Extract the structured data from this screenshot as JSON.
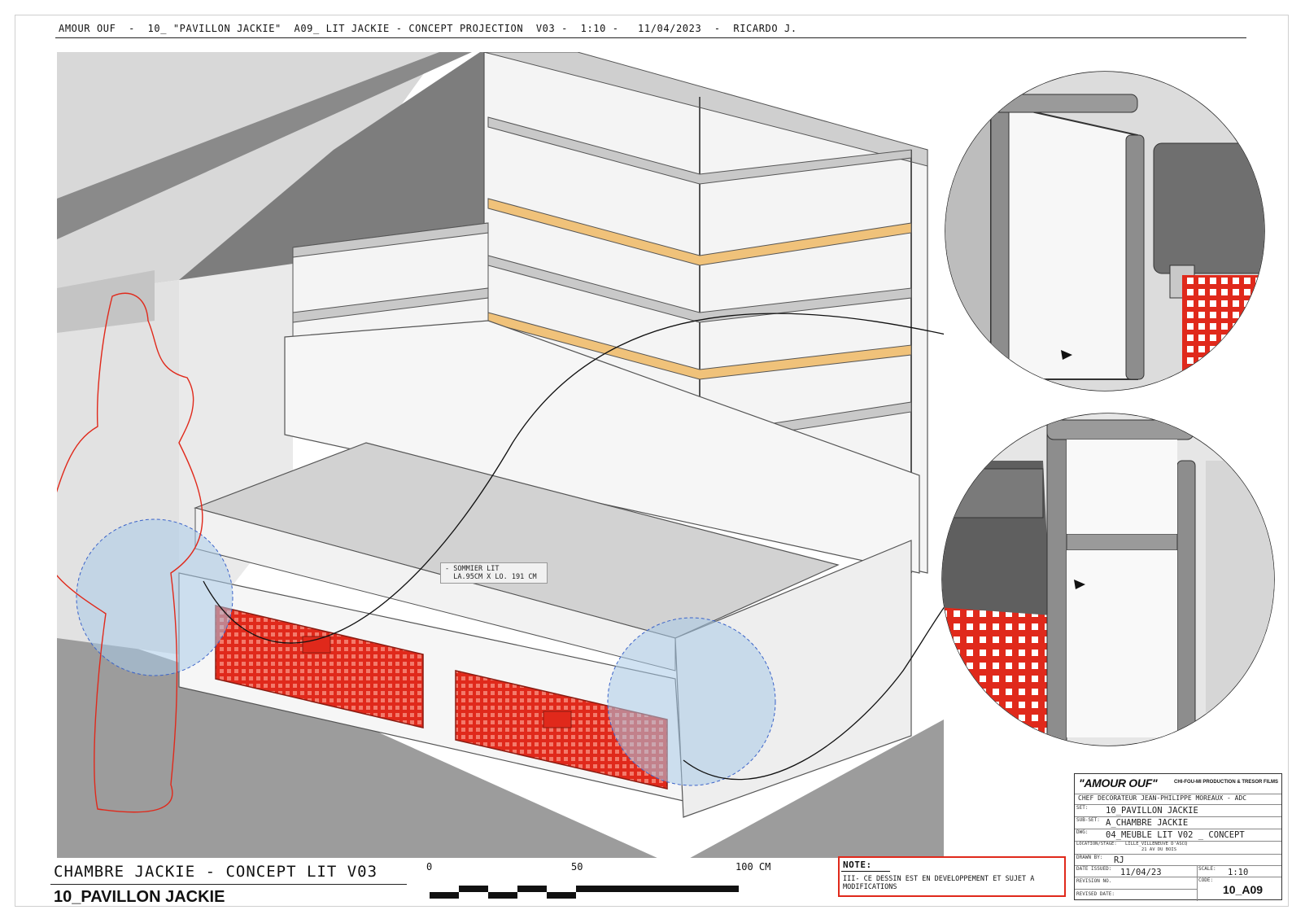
{
  "header": {
    "line": "AMOUR OUF  -  10_ \"PAVILLON JACKIE\"  A09_ LIT JACKIE - CONCEPT PROJECTION  V03 -  1:10 -   11/04/2023  -  RICARDO J."
  },
  "drawing": {
    "callout": "- SOMMIER LIT\n  LA.95CM X LO. 191 CM",
    "colors": {
      "basket_red": "#e0291b",
      "wood_shelf": "#f0c27a",
      "highlight_blue": "#aacbe8",
      "person_outline": "#e0291b"
    }
  },
  "footer": {
    "title": "CHAMBRE JACKIE - CONCEPT LIT V03",
    "subtitle": "10_PAVILLON JACKIE",
    "scale_labels": [
      "0",
      "50",
      "100 CM"
    ]
  },
  "note": {
    "title": "NOTE:",
    "text": "III- CE DESSIN EST EN DEVELOPPEMENT ET SUJET A MODIFICATIONS"
  },
  "title_block": {
    "project": "\"AMOUR OUF\"",
    "production": "CHI-FOU-MI PRODUCTION & TRESOR FILMS",
    "chef": "CHEF DECORATEUR JEAN-PHILIPPE MOREAUX - ADC",
    "set_caption": "SET:",
    "set_value": "10_PAVILLON JACKIE",
    "subset_caption": "SUB-SET:",
    "subset_value": "A_CHAMBRE JACKIE",
    "dwg_caption": "DWG:",
    "dwg_value": "04_MEUBLE LIT V02 _ CONCEPT",
    "location_caption": "LOCATION/STAGE:",
    "location_value_1": "LILLE_VILLENEUVE D'ASCQ",
    "location_value_2": "21 AV DU BOIS",
    "drawn_caption": "DRAWN BY:",
    "drawn_value": "RJ",
    "date_caption": "DATE ISSUED:",
    "date_value": "11/04/23",
    "scale_caption": "SCALE:",
    "scale_value": "1:10",
    "revision_caption": "REVISION NO.",
    "revised_caption": "REVISED DATE:",
    "code_caption": "CODE:",
    "code_value": "10_A09"
  }
}
